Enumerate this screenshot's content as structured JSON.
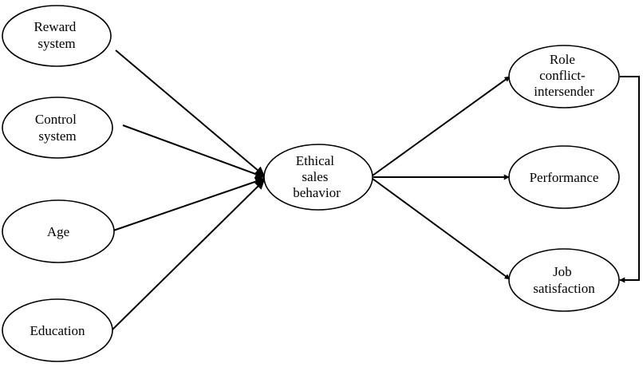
{
  "diagram": {
    "nodes": [
      {
        "id": "reward",
        "lines": [
          "Reward",
          "system"
        ]
      },
      {
        "id": "control",
        "lines": [
          "Control",
          "system"
        ]
      },
      {
        "id": "age",
        "lines": [
          "Age"
        ]
      },
      {
        "id": "education",
        "lines": [
          "Education"
        ]
      },
      {
        "id": "ethical",
        "lines": [
          "Ethical",
          "sales",
          "behavior"
        ]
      },
      {
        "id": "role",
        "lines": [
          "Role",
          "conflict-",
          "intersender"
        ]
      },
      {
        "id": "performance",
        "lines": [
          "Performance"
        ]
      },
      {
        "id": "job",
        "lines": [
          "Job",
          "satisfaction"
        ]
      }
    ],
    "edges": [
      {
        "from": "reward",
        "to": "ethical"
      },
      {
        "from": "control",
        "to": "ethical"
      },
      {
        "from": "age",
        "to": "ethical"
      },
      {
        "from": "education",
        "to": "ethical"
      },
      {
        "from": "ethical",
        "to": "role"
      },
      {
        "from": "ethical",
        "to": "performance"
      },
      {
        "from": "ethical",
        "to": "job"
      },
      {
        "from": "role",
        "to": "job"
      }
    ]
  }
}
